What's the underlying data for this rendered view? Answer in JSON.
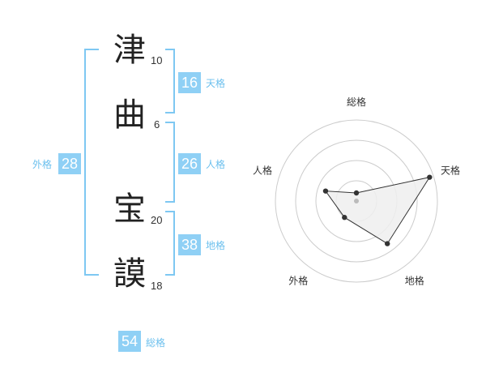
{
  "name": {
    "chars": [
      {
        "char": "津",
        "strokes": "10"
      },
      {
        "char": "曲",
        "strokes": "6"
      },
      {
        "char": "宝",
        "strokes": "20"
      },
      {
        "char": "謨",
        "strokes": "18"
      }
    ]
  },
  "fortunes": {
    "tenkaku": {
      "value": "16",
      "label": "天格"
    },
    "jinkaku": {
      "value": "26",
      "label": "人格"
    },
    "chikaku": {
      "value": "38",
      "label": "地格"
    },
    "gaikaku": {
      "value": "28",
      "label": "外格"
    },
    "soukaku": {
      "value": "54",
      "label": "総格"
    }
  },
  "radar": {
    "axis_labels": [
      "総格",
      "天格",
      "地格",
      "外格",
      "人格"
    ],
    "levels": [
      0.1,
      0.95,
      0.65,
      0.25,
      0.4
    ],
    "colors": {
      "ring": "#cccccc",
      "fill": "#eeeeee",
      "line": "#333333",
      "dot": "#333333",
      "center": "#bbbbbb"
    }
  }
}
